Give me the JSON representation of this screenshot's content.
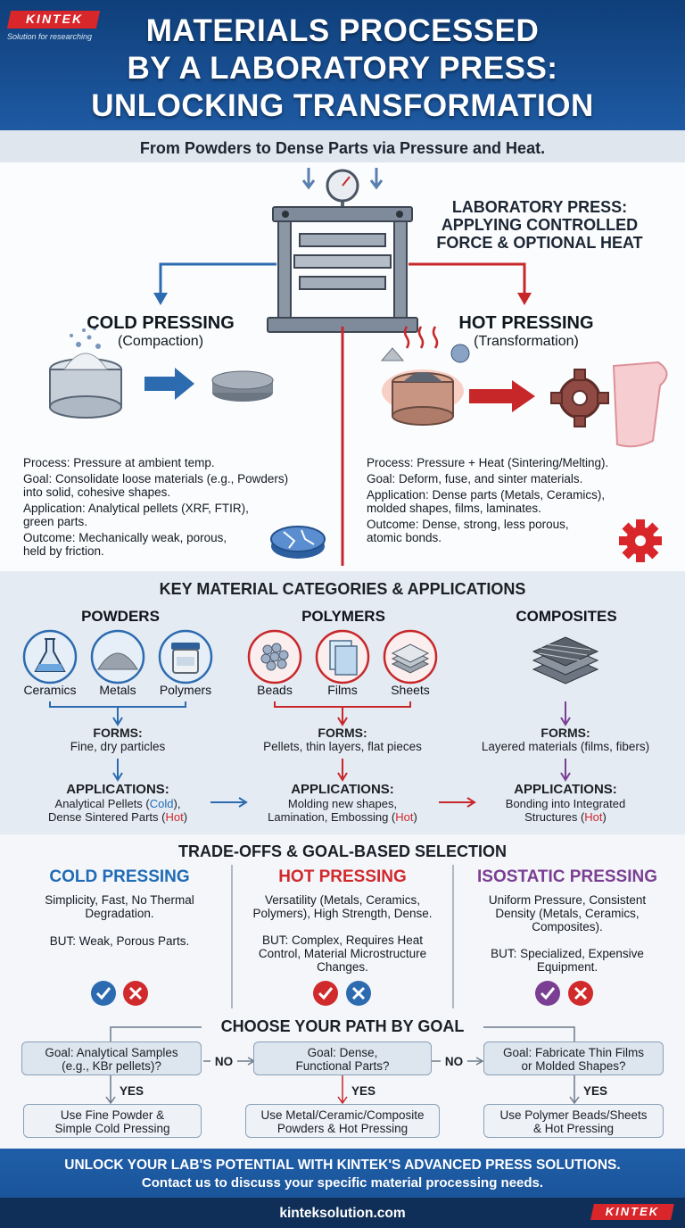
{
  "header": {
    "logo": "KINTEK",
    "logo_tagline": "Solution for researching",
    "title_line1": "MATERIALS PROCESSED",
    "title_line2": "BY A LABORATORY PRESS:",
    "title_line3": "UNLOCKING TRANSFORMATION",
    "subtitle": "From Powders to Dense Parts via Pressure and Heat."
  },
  "press": {
    "label_line1": "LABORATORY PRESS:",
    "label_line2": "APPLYING CONTROLLED",
    "label_line3": "FORCE & OPTIONAL HEAT",
    "icon": "hydraulic-press-icon"
  },
  "cold": {
    "title": "COLD PRESSING",
    "subtitle": "(Compaction)",
    "process": "Process: Pressure at ambient temp.",
    "goal_1": "Goal: Consolidate loose materials (e.g., Powders)",
    "goal_2": "into solid, cohesive shapes.",
    "application_1": "Application: Analytical pellets (XRF, FTIR),",
    "application_2": "green parts.",
    "outcome_1": "Outcome: Mechanically weak, porous,",
    "outcome_2": "held by friction."
  },
  "hot": {
    "title": "HOT PRESSING",
    "subtitle": "(Transformation)",
    "process": "Process: Pressure + Heat (Sintering/Melting).",
    "goal": "Goal: Deform, fuse, and sinter materials.",
    "application_1": "Application: Dense parts (Metals, Ceramics),",
    "application_2": "molded shapes, films, laminates.",
    "outcome_1": "Outcome: Dense, strong, less porous,",
    "outcome_2": "atomic bonds."
  },
  "categories": {
    "title": "KEY MATERIAL CATEGORIES & APPLICATIONS",
    "forms_label": "FORMS:",
    "applications_label": "APPLICATIONS:",
    "powders": {
      "title": "POWDERS",
      "items": [
        "Ceramics",
        "Metals",
        "Polymers"
      ],
      "forms": "Fine, dry particles",
      "app_line1": "Analytical Pellets (",
      "app_tag1": "Cold",
      "app_line1_end": "),",
      "app_line2": "Dense Sintered Parts (",
      "app_tag2": "Hot",
      "app_line2_end": ")"
    },
    "polymers": {
      "title": "POLYMERS",
      "items": [
        "Beads",
        "Films",
        "Sheets"
      ],
      "forms": "Pellets, thin layers, flat pieces",
      "app_line1": "Molding new shapes,",
      "app_line2": "Lamination, Embossing (",
      "app_tag2": "Hot",
      "app_line2_end": ")"
    },
    "composites": {
      "title": "COMPOSITES",
      "forms": "Layered materials (films, fibers)",
      "app_line1": "Bonding into Integrated",
      "app_line2": "Structures (",
      "app_tag2": "Hot",
      "app_line2_end": ")"
    }
  },
  "tradeoffs": {
    "title": "TRADE-OFFS & GOAL-BASED SELECTION",
    "cold": {
      "title": "COLD PRESSING",
      "pro_1": "Simplicity, Fast, No Thermal",
      "pro_2": "Degradation.",
      "con": "BUT: Weak, Porous Parts."
    },
    "hot": {
      "title": "HOT PRESSING",
      "pro_1": "Versatility (Metals, Ceramics,",
      "pro_2": "Polymers), High Strength, Dense.",
      "con_1": "BUT: Complex, Requires Heat",
      "con_2": "Control, Material Microstructure",
      "con_3": "Changes."
    },
    "iso": {
      "title": "ISOSTATIC PRESSING",
      "pro_1": "Uniform Pressure, Consistent",
      "pro_2": "Density (Metals, Ceramics,",
      "pro_3": "Composites).",
      "con_1": "BUT: Specialized, Expensive",
      "con_2": "Equipment."
    }
  },
  "path": {
    "title": "CHOOSE YOUR PATH BY GOAL",
    "no": "NO",
    "yes": "YES",
    "goal1_line1": "Goal: Analytical Samples",
    "goal1_line2": "(e.g., KBr pellets)?",
    "goal2_line1": "Goal: Dense,",
    "goal2_line2": "Functional Parts?",
    "goal3_line1": "Goal: Fabricate Thin Films",
    "goal3_line2": "or Molded Shapes?",
    "result1_line1": "Use Fine Powder &",
    "result1_line2": "Simple Cold Pressing",
    "result2_line1": "Use Metal/Ceramic/Composite",
    "result2_line2": "Powders & Hot Pressing",
    "result3_line1": "Use Polymer Beads/Sheets",
    "result3_line2": "& Hot Pressing"
  },
  "footer": {
    "headline": "UNLOCK YOUR LAB'S POTENTIAL WITH KINTEK'S ADVANCED PRESS SOLUTIONS.",
    "subline": "Contact us to discuss your specific material processing needs.",
    "website": "kinteksolution.com",
    "logo": "KINTEK"
  },
  "colors": {
    "header_blue": "#1e5aa3",
    "cold_blue": "#1f6bb6",
    "hot_red": "#d02a2d",
    "iso_purple": "#7a3f93",
    "footer_navy": "#0f2f58"
  }
}
